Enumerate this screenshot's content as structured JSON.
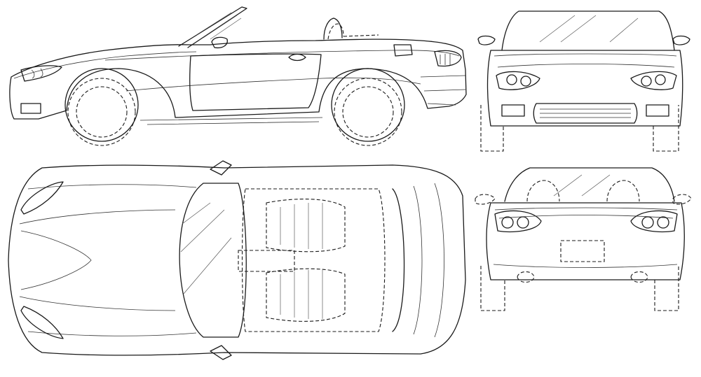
{
  "drawing": {
    "views": [
      "side",
      "front",
      "top",
      "rear"
    ],
    "line_color": "#1a1a1a",
    "background": "#ffffff"
  }
}
